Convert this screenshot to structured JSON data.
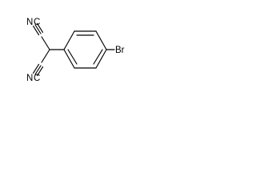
{
  "molecule": {
    "atoms": {
      "bromine": "Br",
      "nitrogen_top": "N",
      "carbon_top": "C",
      "nitrogen_bottom": "N",
      "carbon_bottom": "C"
    },
    "colors": {
      "background": "#ffffff",
      "ink": "#000000"
    }
  }
}
